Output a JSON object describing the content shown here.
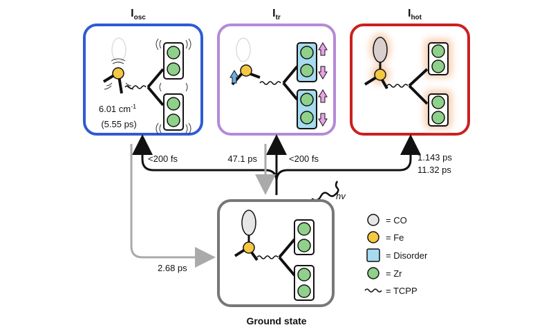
{
  "states": {
    "osc": {
      "title_main": "I",
      "title_sub": "osc",
      "freq": "6.01 cm",
      "freq_sup": "-1",
      "period": "(5.55 ps)",
      "color": "#2f5bd3"
    },
    "tr": {
      "title_main": "I",
      "title_sub": "tr",
      "color": "#b48ad8"
    },
    "hot": {
      "title_main": "I",
      "title_sub": "hot",
      "color": "#cc1f1f"
    },
    "ground": {
      "label": "Ground state",
      "color": "#777777"
    }
  },
  "times": {
    "osc_rise": "<200 fs",
    "tr_decay": "47.1 ps",
    "tr_rise": "<200 fs",
    "hot_rise_1": "1.143 ps",
    "hot_rise_2": "11.32 ps",
    "osc_decay": "2.68 ps"
  },
  "excitation": "hv",
  "legend": [
    {
      "icon": "co-icon",
      "label": "= CO"
    },
    {
      "icon": "fe-icon",
      "label": "= Fe"
    },
    {
      "icon": "disorder-icon",
      "label": "= Disorder"
    },
    {
      "icon": "zr-icon",
      "label": "= Zr"
    },
    {
      "icon": "tcpp-icon",
      "label": "= TCPP"
    }
  ],
  "colors": {
    "co": "#e6e6e6",
    "fe": "#f5c842",
    "zr": "#8fd18a",
    "disorder": "#a6dbf0",
    "arrow_black": "#111111",
    "arrow_gray": "#aaaaaa",
    "hot_glow": "#f6c9a8",
    "arrow_pink": "#e9a3e5",
    "arrow_blue": "#6aaee0"
  }
}
